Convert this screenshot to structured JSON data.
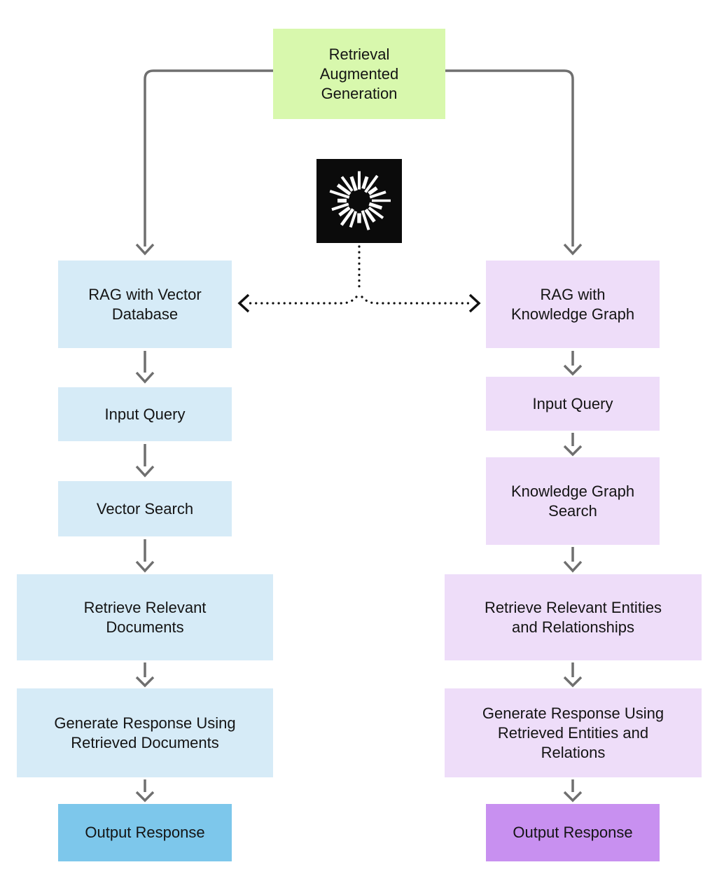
{
  "colors": {
    "root_bg": "#d8f8ad",
    "vector_bg": "#d6ebf7",
    "vector_output_bg": "#7dc7eb",
    "kg_bg": "#eeddf9",
    "kg_output_bg": "#c890f0",
    "connector": "#6f6f6f",
    "dotted": "#111111",
    "logo_bg": "#0b0b0b",
    "logo_fg": "#ffffff",
    "text": "#141414",
    "page_bg": "#ffffff"
  },
  "root": {
    "label": "Retrieval Augmented Generation",
    "lines": [
      "Retrieval",
      "Augmented",
      "Generation"
    ]
  },
  "logo": {
    "icon": "sunburst-icon"
  },
  "left_branch": {
    "name": "RAG with Vector Database",
    "nodes": [
      "RAG with Vector Database",
      "Input Query",
      "Vector Search",
      "Retrieve Relevant Documents",
      "Generate Response Using Retrieved Documents",
      "Output Response"
    ]
  },
  "right_branch": {
    "name": "RAG with Knowledge Graph",
    "nodes": [
      "RAG with Knowledge Graph",
      "Input Query",
      "Knowledge Graph Search",
      "Retrieve Relevant Entities and Relationships",
      "Generate Response Using Retrieved Entities and Relations",
      "Output Response"
    ]
  }
}
